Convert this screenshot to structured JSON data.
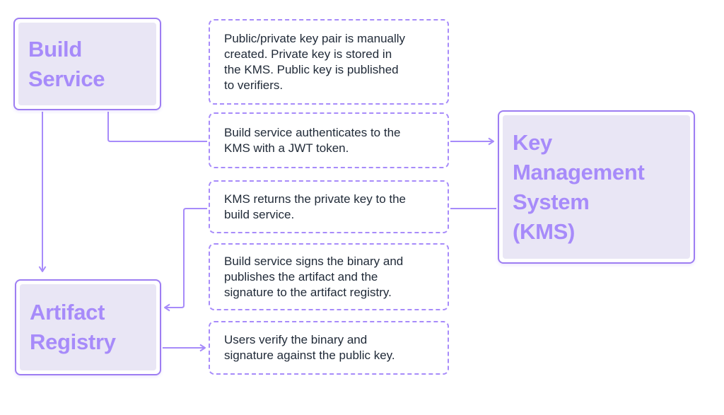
{
  "colors": {
    "accent": "#a78bfa",
    "solid_border": "#9d7df2",
    "node_fill": "#e9e6f5",
    "node_label": "#a78bfa",
    "note_text": "#1f2937",
    "note_fill": "#ffffff",
    "canvas_bg": "#ffffff"
  },
  "nodes": {
    "build_service": {
      "label": "Build\nService"
    },
    "kms": {
      "label": "Key\nManagement\nSystem\n(KMS)"
    },
    "artifact_registry": {
      "label": "Artifact\nRegistry"
    }
  },
  "steps": [
    {
      "text": "Public/private key pair is manually\ncreated. Private key is stored in\nthe KMS. Public key is published\nto verifiers."
    },
    {
      "text": "Build service authenticates to the\nKMS with a JWT token."
    },
    {
      "text": "KMS returns the private key to the\nbuild service."
    },
    {
      "text": "Build service signs the binary and\npublishes the artifact and the\nsignature to the artifact registry."
    },
    {
      "text": "Users verify the binary and\nsignature against the public key."
    }
  ]
}
